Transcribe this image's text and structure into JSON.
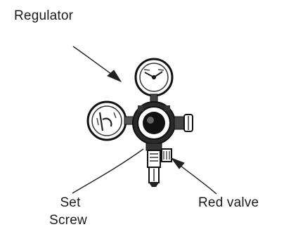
{
  "labels": {
    "regulator": "Regulator",
    "set_screw_line1": "Set",
    "set_screw_line2": "Screw",
    "red_valve": "Red valve"
  }
}
